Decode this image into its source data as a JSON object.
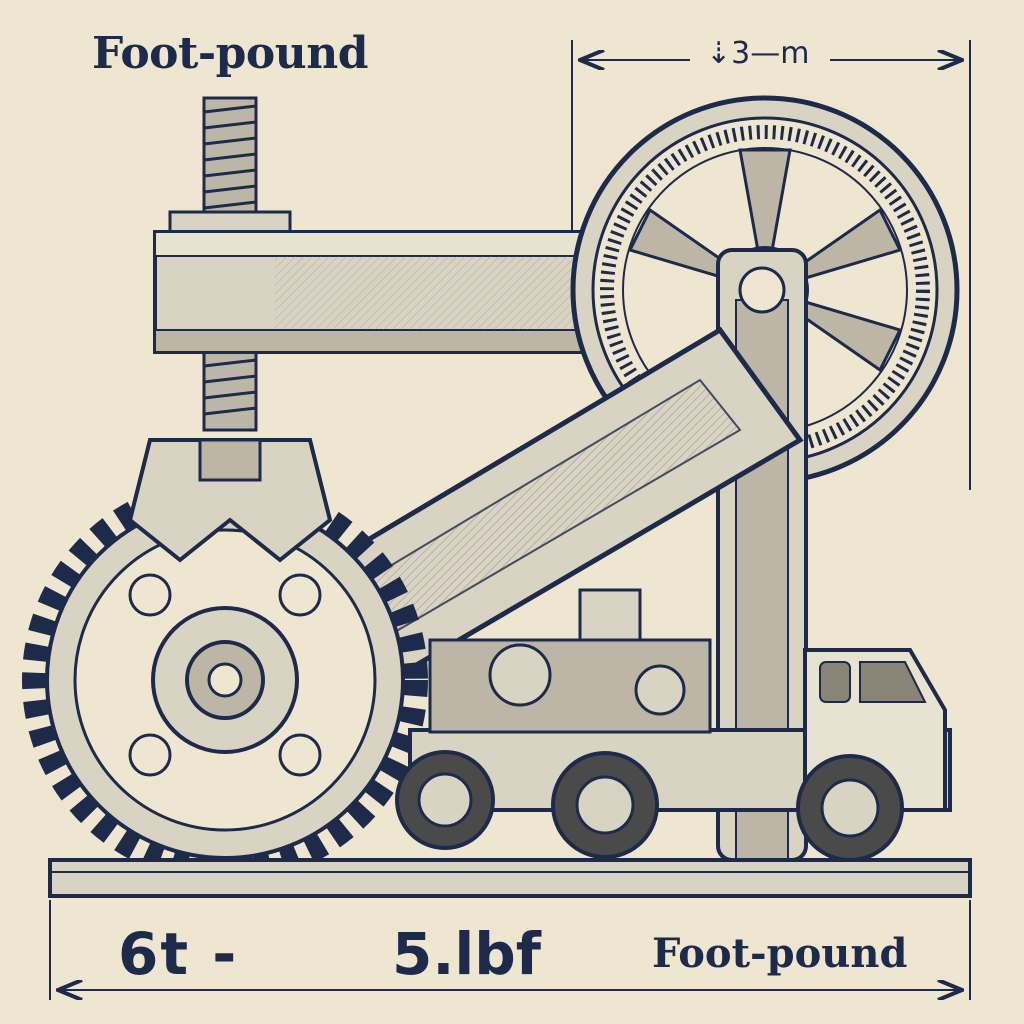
{
  "labels": {
    "title": "Foot-pound",
    "top_dimension": "⇣3—m",
    "bottom_left": "6t -",
    "bottom_middle": "5.lbf",
    "bottom_right": "Foot-pound"
  },
  "colors": {
    "paper": "#efe6d2",
    "ink": "#1e2a4a",
    "metal_light": "#d9d3c4",
    "metal_mid": "#bdb6a6",
    "metal_dark": "#8a8476"
  }
}
